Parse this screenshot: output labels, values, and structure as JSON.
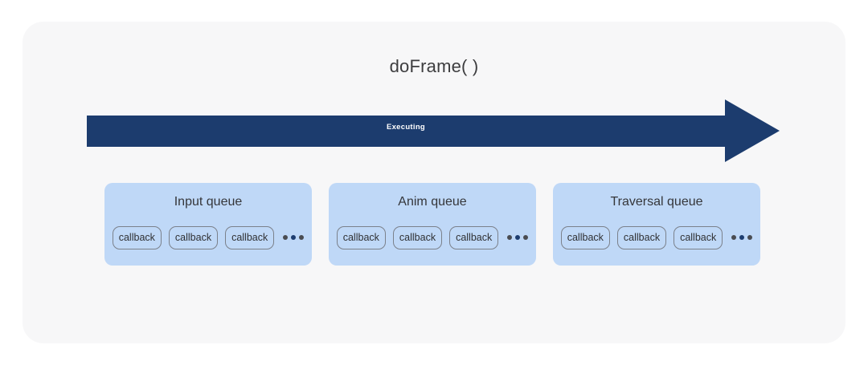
{
  "diagram": {
    "title": "doFrame( )",
    "arrow": {
      "label": "Executing",
      "icon": "right-arrow-icon",
      "color": "#1c3c6e"
    },
    "card_color": "#f7f7f8",
    "queue_color": "#bfd8f7",
    "queues": [
      {
        "title": "Input queue",
        "callbacks": [
          "callback",
          "callback",
          "callback"
        ],
        "more_indicator": "•••"
      },
      {
        "title": "Anim queue",
        "callbacks": [
          "callback",
          "callback",
          "callback"
        ],
        "more_indicator": "•••"
      },
      {
        "title": "Traversal queue",
        "callbacks": [
          "callback",
          "callback",
          "callback"
        ],
        "more_indicator": "•••"
      }
    ]
  }
}
